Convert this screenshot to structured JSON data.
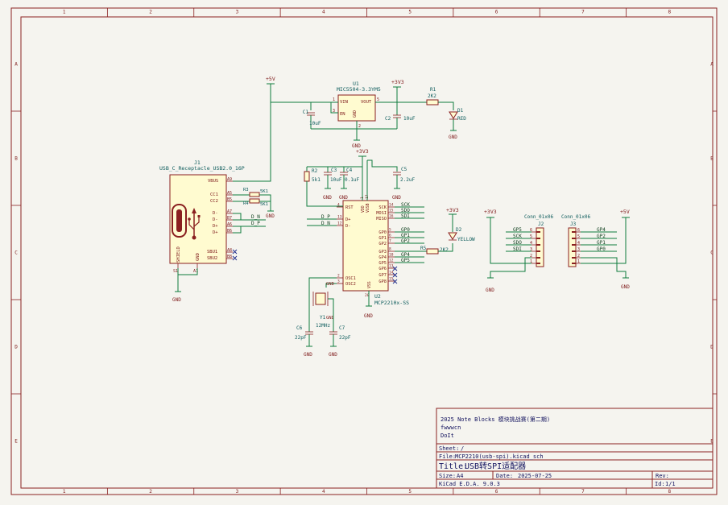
{
  "frame": {
    "cols": [
      "1",
      "2",
      "3",
      "4",
      "5",
      "6",
      "7",
      "8"
    ],
    "rows": [
      "A",
      "B",
      "C",
      "D",
      "E"
    ]
  },
  "components": {
    "u1": {
      "ref": "U1",
      "value": "MIC5504-3.3YM5",
      "pins": {
        "vin": "VIN",
        "en": "EN",
        "gnd": "GND",
        "vout": "VOUT"
      },
      "pin_nums": {
        "p1": "1",
        "p3": "3",
        "p2": "2",
        "p5": "5"
      }
    },
    "u2": {
      "ref": "U2",
      "value": "MCP2210x-SS",
      "left_pins": [
        "RST",
        "D+",
        "D-",
        "OSC1",
        "OSC2"
      ],
      "left_nums": [
        "4",
        "13",
        "12",
        "2",
        "3"
      ],
      "top_pins": [
        "VDD",
        "VUSB"
      ],
      "top_nums": [
        "1",
        "17"
      ],
      "right_pins": [
        "SCK",
        "MOSI",
        "MISO",
        "GP0",
        "GP1",
        "GP2",
        "GP3",
        "GP4",
        "GP5",
        "GP6",
        "GP7",
        "GP8"
      ],
      "right_nums": [
        "14",
        "15",
        "16",
        "5",
        "6",
        "7",
        "8",
        "10",
        "12",
        "13",
        "14",
        "15"
      ],
      "bottom_pin": "VSS",
      "bottom_num": "20"
    },
    "j1": {
      "ref": "J1",
      "value": "USB_C_Receptacle_USB2.0_16P",
      "pins": [
        "VBUS",
        "CC1",
        "CC2",
        "D-",
        "D-",
        "D+",
        "D+",
        "SBU1",
        "SBU2",
        "SHIELD",
        "GND"
      ],
      "pin_nums": [
        "A9",
        "A5",
        "B5",
        "A7",
        "B7",
        "A6",
        "B6",
        "A8",
        "B8",
        "S1",
        "A1"
      ]
    },
    "j2": {
      "ref": "J2",
      "value": "Conn_01x06",
      "pins": [
        "6",
        "5",
        "4",
        "3",
        "2",
        "1"
      ]
    },
    "j3": {
      "ref": "J3",
      "value": "Conn_01x06",
      "pins": [
        "6",
        "5",
        "4",
        "3",
        "2",
        "1"
      ]
    },
    "c1": {
      "ref": "C1",
      "value": "10uF"
    },
    "c2": {
      "ref": "C2",
      "value": "10uF"
    },
    "c3": {
      "ref": "C3",
      "value": "10uF"
    },
    "c4": {
      "ref": "C4",
      "value": "0.1uF"
    },
    "c5": {
      "ref": "C5",
      "value": "2.2uF"
    },
    "c6": {
      "ref": "C6",
      "value": "22pF"
    },
    "c7": {
      "ref": "C7",
      "value": "22pF"
    },
    "r1": {
      "ref": "R1",
      "value": "2K2"
    },
    "r2": {
      "ref": "R2",
      "value": "5k1"
    },
    "r3": {
      "ref": "R3",
      "value": "5K1"
    },
    "r4": {
      "ref": "R4",
      "value": "5K1"
    },
    "r5": {
      "ref": "R5",
      "value": "2K2"
    },
    "d1": {
      "ref": "D1",
      "value": "RED"
    },
    "d2": {
      "ref": "D2",
      "value": "YELLOW"
    },
    "y1": {
      "ref": "Y1",
      "value": "12MHz"
    }
  },
  "power": {
    "p5v": "+5V",
    "p3v3": "+3V3",
    "gnd": "GND"
  },
  "nets": {
    "d_n": "D_N",
    "d_p": "D_P",
    "sck": "SCK",
    "sdo": "SDO",
    "sdi": "SDI",
    "gp0": "GP0",
    "gp1": "GP1",
    "gp2": "GP2",
    "gp4": "GP4",
    "gp5": "GP5"
  },
  "title_block": {
    "company": "2025 Note Blocks 模块挑战赛(第二期)",
    "author": "fwwwcn",
    "subtitle": "DoIt",
    "sheet_label": "Sheet:",
    "sheet_value": "/",
    "file_label": "File:",
    "file_value": "MCP2210(usb-spi).kicad_sch",
    "title_label": "Title:",
    "title_value": "USB转SPI适配器",
    "size_label": "Size:",
    "size_value": "A4",
    "date_label": "Date:",
    "date_value": "2025-07-25",
    "rev_label": "Rev:",
    "rev_value": "",
    "tool": "KiCad E.D.A. 9.0.3",
    "id_label": "Id:",
    "id_value": "1/1"
  }
}
